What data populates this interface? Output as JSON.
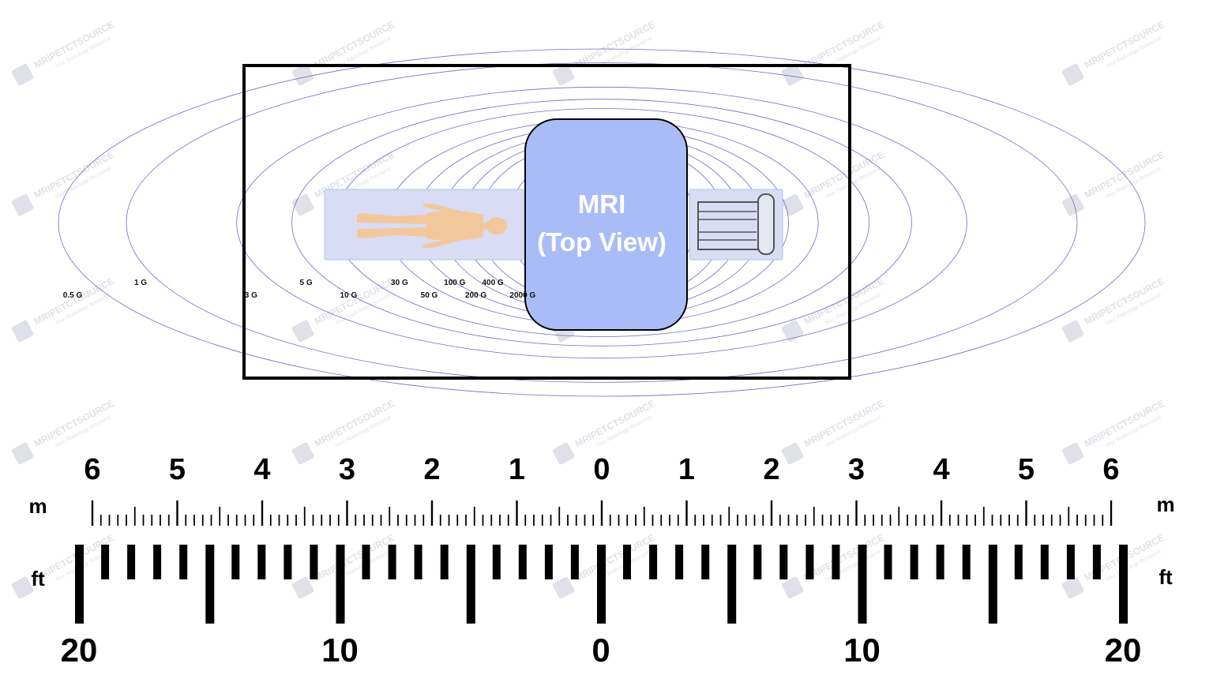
{
  "colors": {
    "contour": "#6f6cc9",
    "mri_fill": "#aabcf8",
    "table": "#d8dcf4",
    "table_edge": "#b9c0e6",
    "person": "#f3c79c",
    "frame": "#000000",
    "watermark": "#c7cad6"
  },
  "mri_unit": {
    "line1": "MRI",
    "line2": "(Top View)"
  },
  "contours": [
    {
      "label": "0.5 G",
      "half_width_m": 6.4
    },
    {
      "label": "1 G",
      "half_width_m": 5.6
    },
    {
      "label": "3 G",
      "half_width_m": 4.3
    },
    {
      "label": "5 G",
      "half_width_m": 3.65
    },
    {
      "label": "10 G",
      "half_width_m": 3.15
    },
    {
      "label": "30 G",
      "half_width_m": 2.55
    },
    {
      "label": "50 G",
      "half_width_m": 2.2
    },
    {
      "label": "100 G",
      "half_width_m": 1.9
    },
    {
      "label": "200 G",
      "half_width_m": 1.65
    },
    {
      "label": "400 G",
      "half_width_m": 1.45
    },
    {
      "label": "2000 G",
      "half_width_m": 1.1
    }
  ],
  "meter_scale": {
    "unit": "m",
    "labels": [
      "6",
      "5",
      "4",
      "3",
      "2",
      "1",
      "0",
      "1",
      "2",
      "3",
      "4",
      "5",
      "6"
    ]
  },
  "feet_scale": {
    "unit": "ft",
    "labels": [
      "20",
      "10",
      "0",
      "10",
      "20"
    ]
  },
  "watermark": {
    "name": "MRIPETCTSOURCE",
    "tagline": "Your Radiology Resource"
  }
}
